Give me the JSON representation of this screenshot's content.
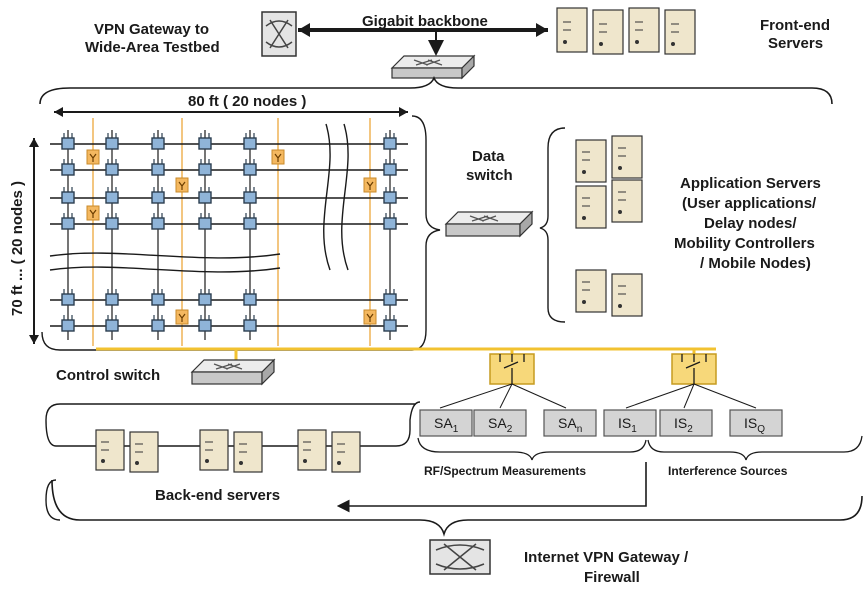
{
  "labels": {
    "vpn_gateway_line1": "VPN Gateway to",
    "vpn_gateway_line2": "Wide-Area Testbed",
    "backbone": "Gigabit backbone",
    "frontend_line1": "Front-end",
    "frontend_line2": "Servers",
    "grid_width": "80 ft ( 20 nodes )",
    "grid_height": "70 ft ...  ( 20 nodes )",
    "data_switch_line1": "Data",
    "data_switch_line2": "switch",
    "app_servers_line1": "Application Servers",
    "app_servers_line2": "(User applications/",
    "app_servers_line3": "Delay nodes/",
    "app_servers_line4": "Mobility Controllers",
    "app_servers_line5": "/ Mobile Nodes)",
    "control_switch": "Control switch",
    "backend_servers": "Back-end servers",
    "rf_measurements": "RF/Spectrum Measurements",
    "interference_sources": "Interference Sources",
    "internet_vpn_line1": "Internet VPN Gateway /",
    "internet_vpn_line2": "Firewall"
  },
  "instruments": [
    {
      "base": "SA",
      "sub": "1"
    },
    {
      "base": "SA",
      "sub": "2"
    },
    {
      "base": "SA",
      "sub": "n"
    },
    {
      "base": "IS",
      "sub": "1"
    },
    {
      "base": "IS",
      "sub": "2"
    },
    {
      "base": "IS",
      "sub": "Q"
    }
  ],
  "colors": {
    "line": "#1a1a1a",
    "orange_link": "#f0b860",
    "yellow_bus": "#f2c230",
    "node_fill": "#8fb4d8",
    "node_stroke": "#2c3e50",
    "server_fill": "#efe6cc",
    "switch_fill": "#d8d8d8",
    "instrument_fill": "#d4d4d4",
    "interferer_fill": "#f4b860"
  }
}
